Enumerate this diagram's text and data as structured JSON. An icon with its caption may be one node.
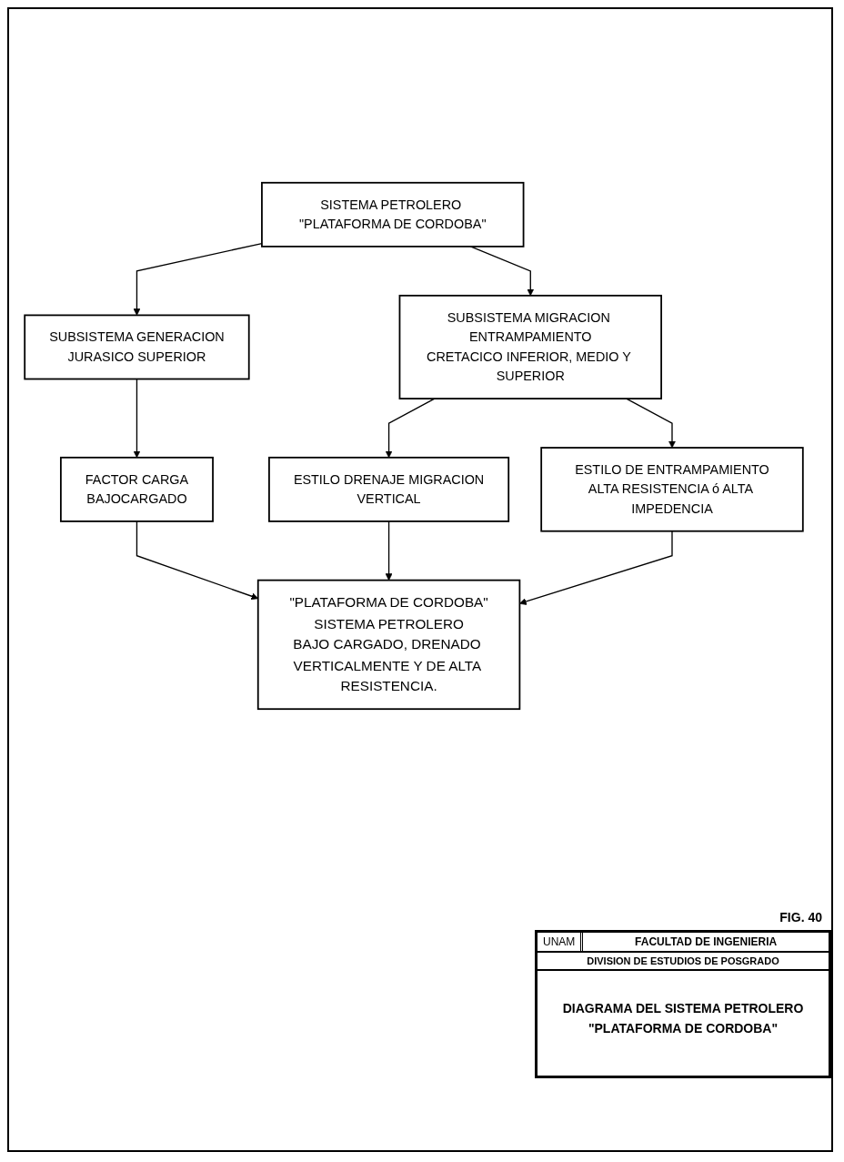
{
  "diagram": {
    "nodes": [
      {
        "text": [
          "SISTEMA PETROLERO \"PLATAFORMA DE CORDOBA\""
        ]
      },
      {
        "text": [
          "SUBSISTEMA GENERACION",
          "JURASICO SUPERIOR"
        ]
      },
      {
        "text": [
          "SUBSISTEMA MIGRACION ENTRAMPAMIENTO",
          "CRETACICO INFERIOR, MEDIO Y SUPERIOR"
        ]
      },
      {
        "text": [
          "FACTOR CARGA",
          "BAJOCARGADO"
        ]
      },
      {
        "text": [
          "ESTILO DRENAJE MIGRACION",
          "VERTICAL"
        ]
      },
      {
        "text": [
          "ESTILO DE ENTRAMPAMIENTO",
          "ALTA RESISTENCIA ó ALTA IMPEDENCIA"
        ]
      },
      {
        "text": [
          "\"PLATAFORMA DE CORDOBA\"",
          "SISTEMA PETROLERO",
          "BAJO CARGADO, DRENADO VERTICALMENTE Y DE ALTA RESISTENCIA."
        ]
      }
    ],
    "edges": [
      {
        "from": 0,
        "to": 1,
        "arrow": "to"
      },
      {
        "from": 0,
        "to": 2,
        "arrow": "to"
      },
      {
        "from": 1,
        "to": 3,
        "arrow": "to"
      },
      {
        "from": 2,
        "to": 4,
        "arrow": "to"
      },
      {
        "from": 2,
        "to": 5,
        "arrow": "to"
      },
      {
        "from": 3,
        "to": 6,
        "arrow": "to"
      },
      {
        "from": 4,
        "to": 6,
        "arrow": "to"
      },
      {
        "from": 5,
        "to": 6,
        "arrow": "to"
      }
    ],
    "labels": [
      "FIG. 40",
      "UNAM",
      "FACULTAD DE INGENIERIA",
      "DIVISION DE ESTUDIOS DE POSGRADO",
      "DIAGRAMA DEL SISTEMA PETROLERO \"PLATAFORMA DE CORDOBA\""
    ]
  }
}
